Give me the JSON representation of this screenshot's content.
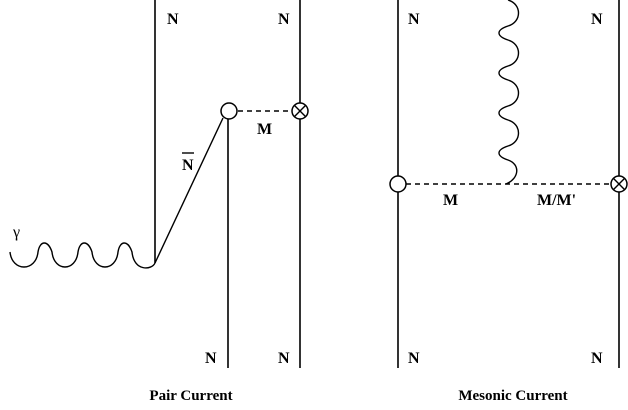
{
  "labels": {
    "nucleon": "N",
    "antinucleon": "N",
    "meson": "M",
    "meson_pair": "M/M'",
    "photon": "γ"
  },
  "captions": {
    "pair_current": "Pair Current",
    "mesonic_current": "Mesonic Current"
  }
}
